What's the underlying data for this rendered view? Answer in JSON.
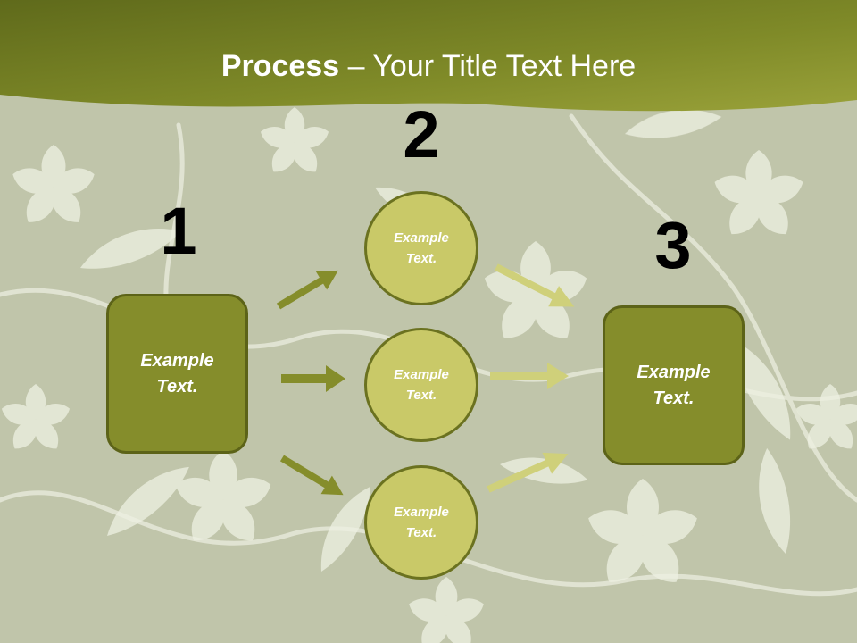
{
  "title": {
    "bold": "Process",
    "rest": " – Your Title Text Here"
  },
  "numbers": {
    "n1": "1",
    "n2": "2",
    "n3": "3"
  },
  "left_box": {
    "line1": "Example",
    "line2": "Text."
  },
  "circles": [
    {
      "line1": "Example",
      "line2": "Text."
    },
    {
      "line1": "Example",
      "line2": "Text."
    },
    {
      "line1": "Example",
      "line2": "Text."
    }
  ],
  "right_box": {
    "line1": "Example",
    "line2": "Text."
  },
  "colors": {
    "banner": "#7a8425",
    "box_fill": "#858d2b",
    "circle_fill": "#c9c968",
    "arrow_left": "#858d2b",
    "arrow_right": "#cfd07a",
    "background": "#c3c7ae"
  }
}
